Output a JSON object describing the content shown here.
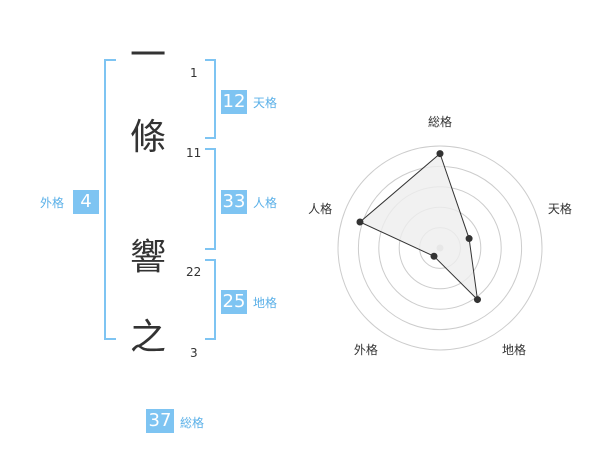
{
  "name": {
    "chars": [
      {
        "char": "一",
        "strokes": "1"
      },
      {
        "char": "條",
        "strokes": "11"
      },
      {
        "char": "響",
        "strokes": "22"
      },
      {
        "char": "之",
        "strokes": "3"
      }
    ]
  },
  "fortunes": {
    "tenkaku": {
      "value": "12",
      "label": "天格"
    },
    "jinkaku": {
      "value": "33",
      "label": "人格"
    },
    "chikaku": {
      "value": "25",
      "label": "地格"
    },
    "gaikaku": {
      "value": "4",
      "label": "外格"
    },
    "soukaku": {
      "value": "37",
      "label": "総格"
    }
  },
  "chart_data": {
    "type": "radar",
    "axes": [
      "総格",
      "天格",
      "地格",
      "外格",
      "人格"
    ],
    "values": [
      37,
      12,
      25,
      4,
      33
    ],
    "range": [
      0,
      40
    ],
    "rings": 5,
    "fill_color": "#eeeeee",
    "line_color": "#333333",
    "point_color": "#333333",
    "ring_color": "#cccccc"
  }
}
